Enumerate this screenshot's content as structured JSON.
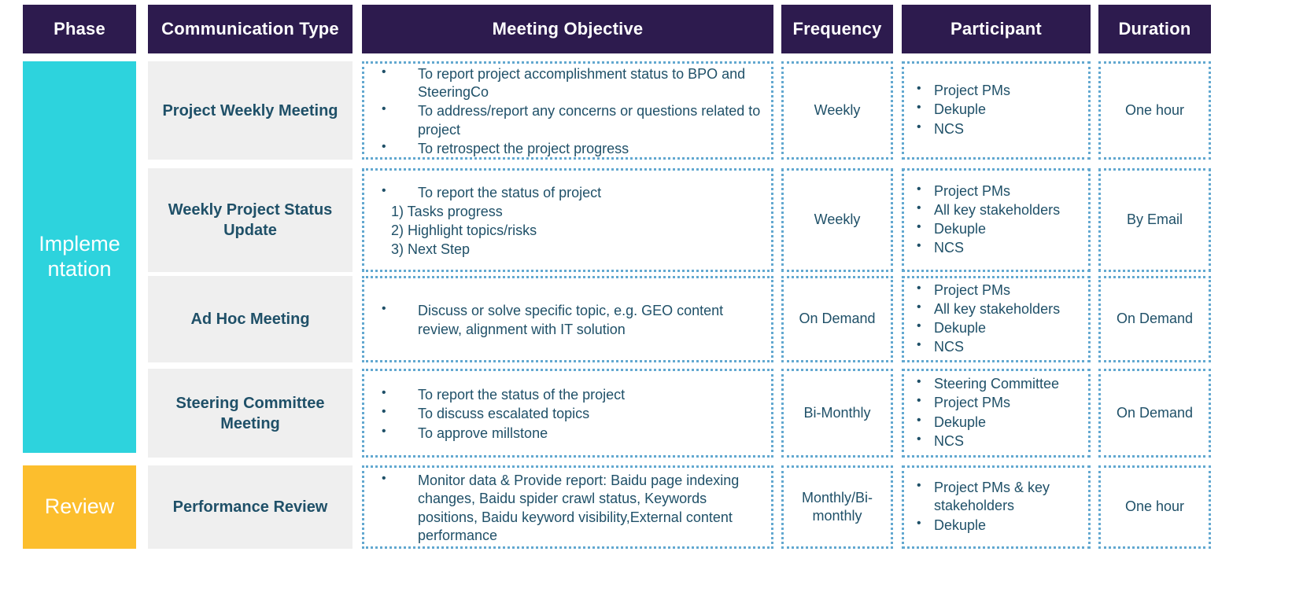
{
  "table": {
    "headers": [
      {
        "key": "phase",
        "label": "Phase"
      },
      {
        "key": "communication_type",
        "label": "Communication Type"
      },
      {
        "key": "meeting_objective",
        "label": "Meeting Objective"
      },
      {
        "key": "frequency",
        "label": "Frequency"
      },
      {
        "key": "participant",
        "label": "Participant"
      },
      {
        "key": "duration",
        "label": "Duration"
      }
    ],
    "header_bg": "#2d1b4e",
    "header_text_color": "#ffffff",
    "body_text_color": "#1f5068",
    "dotted_border_color": "#62a8d0",
    "commtype_bg": "#efefef",
    "phases": [
      {
        "label": "Impleme\nntation",
        "color": "#2dd3dd",
        "rowspan": 4
      },
      {
        "label": "Review",
        "color": "#fcbe2d",
        "rowspan": 1
      }
    ],
    "rows": [
      {
        "communication_type": "Project Weekly Meeting",
        "objective_items": [
          {
            "text": "To report project accomplishment status to BPO and SteeringCo",
            "bullet": true
          },
          {
            "text": "To address/report any concerns or questions related to project",
            "bullet": true
          },
          {
            "text": "To retrospect the project progress",
            "bullet": true
          }
        ],
        "frequency": "Weekly",
        "participants": [
          "Project PMs",
          "Dekuple",
          "NCS"
        ],
        "duration": "One hour"
      },
      {
        "communication_type": "Weekly Project Status Update",
        "objective_items": [
          {
            "text": "To report the status of project",
            "bullet": true
          },
          {
            "text": "1) Tasks progress",
            "bullet": false
          },
          {
            "text": "2) Highlight topics/risks",
            "bullet": false
          },
          {
            "text": "3) Next Step",
            "bullet": false
          }
        ],
        "frequency": "Weekly",
        "participants": [
          "Project PMs",
          "All key stakeholders",
          "Dekuple",
          "NCS"
        ],
        "duration": "By Email"
      },
      {
        "communication_type": "Ad Hoc Meeting",
        "objective_items": [
          {
            "text": "Discuss or solve specific topic, e.g. GEO content review, alignment with IT solution",
            "bullet": true
          }
        ],
        "frequency": "On Demand",
        "participants": [
          "Project PMs",
          "All key stakeholders",
          "Dekuple",
          "NCS"
        ],
        "duration": "On Demand"
      },
      {
        "communication_type": "Steering Committee Meeting",
        "objective_items": [
          {
            "text": "To report the status of the project",
            "bullet": true
          },
          {
            "text": "To discuss escalated topics",
            "bullet": true
          },
          {
            "text": "To approve millstone",
            "bullet": true
          }
        ],
        "frequency": "Bi-Monthly",
        "participants": [
          "Steering Committee",
          "Project PMs",
          "Dekuple",
          "NCS"
        ],
        "duration": "On Demand"
      },
      {
        "communication_type": "Performance Review",
        "objective_items": [
          {
            "text": "Monitor data & Provide report: Baidu page indexing changes, Baidu spider crawl status, Keywords positions, Baidu keyword visibility,External content performance",
            "bullet": true
          }
        ],
        "frequency": "Monthly/Bi-monthly",
        "participants": [
          "Project PMs & key stakeholders",
          "Dekuple"
        ],
        "duration": "One hour"
      }
    ]
  }
}
